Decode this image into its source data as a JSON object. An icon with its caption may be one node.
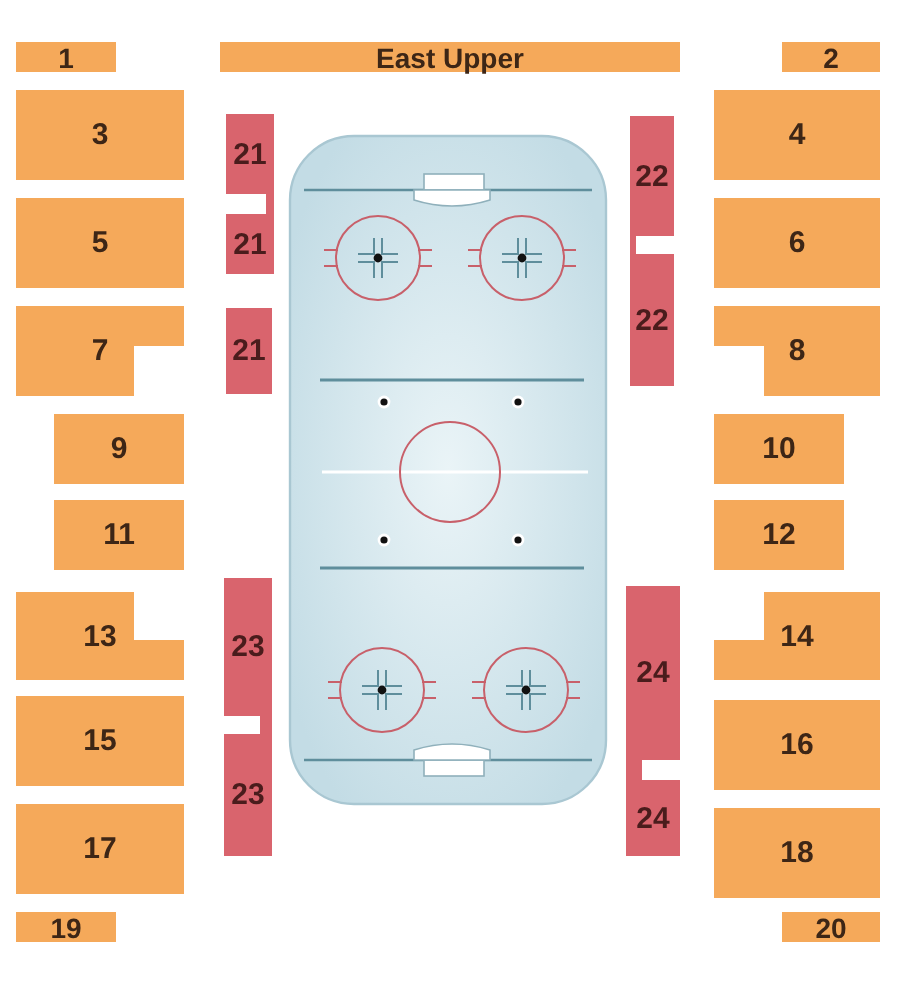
{
  "diagram": {
    "nodes": [
      {
        "text": [
          "1"
        ]
      },
      {
        "text": [
          "East Upper"
        ]
      },
      {
        "text": [
          "2"
        ]
      },
      {
        "text": [
          "3"
        ]
      },
      {
        "text": [
          "21"
        ]
      },
      {
        "text": [
          "22"
        ]
      },
      {
        "text": [
          "4"
        ]
      },
      {
        "text": [
          "5"
        ]
      },
      {
        "text": [
          "21"
        ]
      },
      {
        "text": [
          "22"
        ]
      },
      {
        "text": [
          "6"
        ]
      },
      {
        "text": [
          "7"
        ]
      },
      {
        "text": [
          "21"
        ]
      },
      {
        "text": [
          "8"
        ]
      },
      {
        "text": [
          "9"
        ]
      },
      {
        "text": [
          "10"
        ]
      },
      {
        "text": [
          "11"
        ]
      },
      {
        "text": [
          "12"
        ]
      },
      {
        "text": [
          "13"
        ]
      },
      {
        "text": [
          "23"
        ]
      },
      {
        "text": [
          "24"
        ]
      },
      {
        "text": [
          "14"
        ]
      },
      {
        "text": [
          "15"
        ]
      },
      {
        "text": [
          "23"
        ]
      },
      {
        "text": [
          "24"
        ]
      },
      {
        "text": [
          "16"
        ]
      },
      {
        "text": [
          "17"
        ]
      },
      {
        "text": [
          "18"
        ]
      },
      {
        "text": [
          "19"
        ]
      },
      {
        "text": [
          "20"
        ]
      }
    ]
  }
}
